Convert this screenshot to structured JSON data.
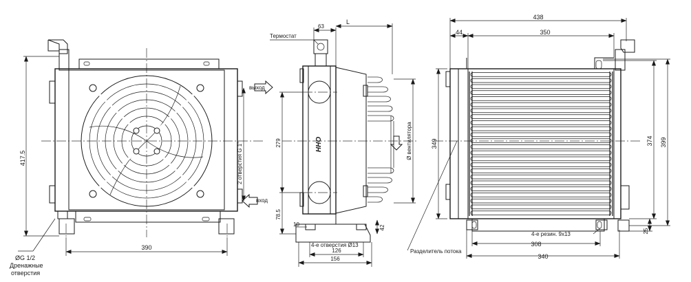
{
  "views": {
    "front": {
      "dims": {
        "height": "417.5",
        "width": "390",
        "thread": "2 отверстия G 1\""
      },
      "labels": {
        "outlet": "выход",
        "inlet": "вход",
        "drain_size": "ØG 1/2",
        "drain_text_1": "Дренажные",
        "drain_text_2": "отверстия"
      }
    },
    "side": {
      "dims": {
        "thermostat_offset": "63",
        "length": "L",
        "h279": "279",
        "h785": "78.5",
        "d10": "10",
        "d42": "42",
        "d126": "126",
        "d156": "156",
        "holes": "4-е отверстия Ø13",
        "fan_dia": "Ø вентилятора"
      },
      "labels": {
        "thermostat": "Термостат",
        "brand": "HHO"
      }
    },
    "rear": {
      "dims": {
        "d438": "438",
        "d44": "44",
        "d350": "350",
        "d349": "349",
        "d374": "374",
        "d399": "399",
        "d25": "25",
        "d308": "308",
        "d340": "340",
        "grommets": "4-е резин. 9х13"
      },
      "labels": {
        "flow_divider": "Разделитель потока"
      }
    }
  }
}
